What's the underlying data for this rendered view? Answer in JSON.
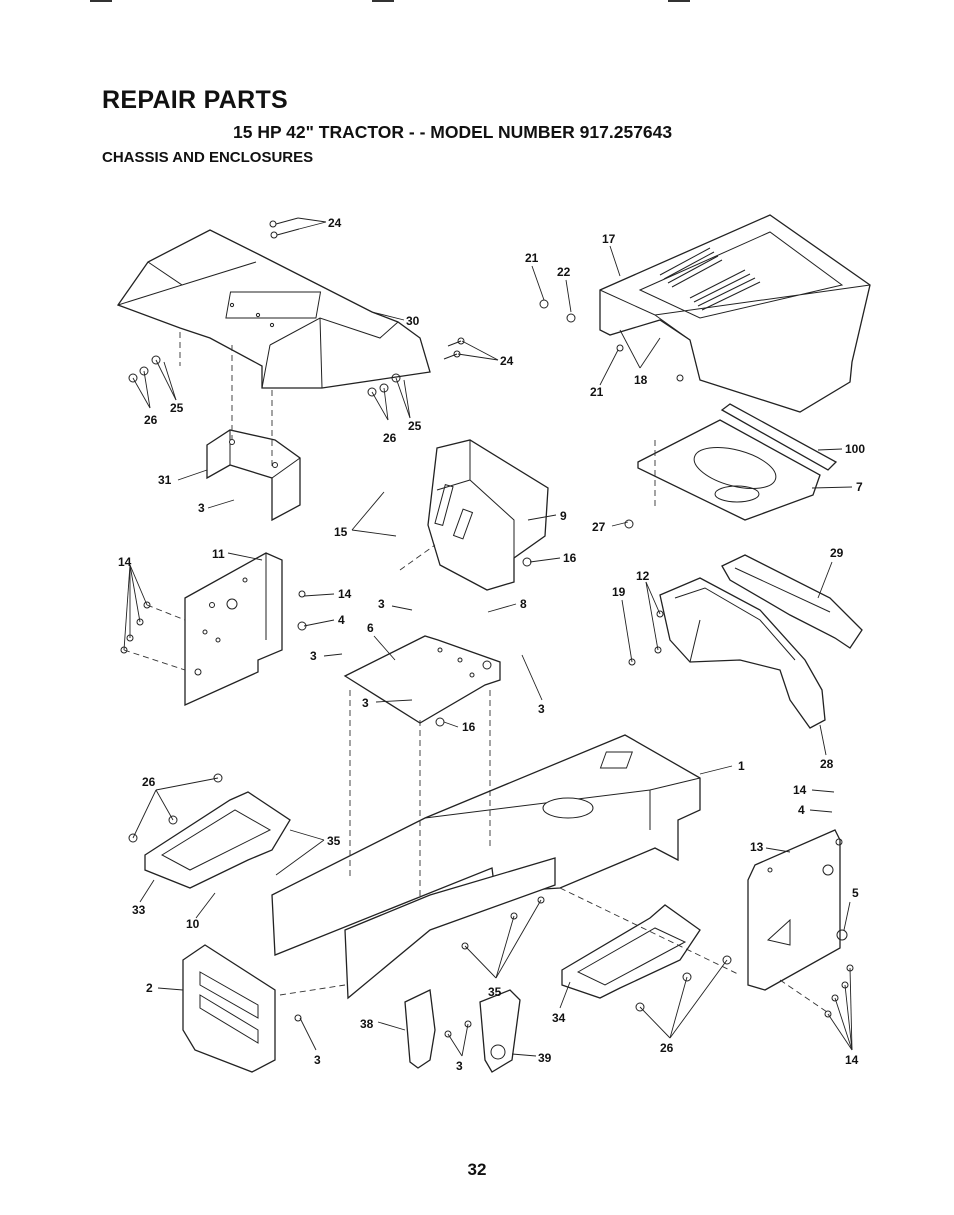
{
  "header": {
    "title": "REPAIR PARTS",
    "subtitle": "15 HP 42\" TRACTOR - - MODEL NUMBER 917.257643",
    "section": "CHASSIS AND ENCLOSURES"
  },
  "callouts": [
    {
      "id": "c24a",
      "text": "24"
    },
    {
      "id": "c30",
      "text": "30"
    },
    {
      "id": "c24b",
      "text": "24"
    },
    {
      "id": "c26a",
      "text": "26"
    },
    {
      "id": "c25a",
      "text": "25"
    },
    {
      "id": "c26b",
      "text": "26"
    },
    {
      "id": "c25b",
      "text": "25"
    },
    {
      "id": "c31",
      "text": "31"
    },
    {
      "id": "c3a",
      "text": "3"
    },
    {
      "id": "c15",
      "text": "15"
    },
    {
      "id": "c9",
      "text": "9"
    },
    {
      "id": "c16a",
      "text": "16"
    },
    {
      "id": "c14a",
      "text": "14"
    },
    {
      "id": "c11",
      "text": "11"
    },
    {
      "id": "c14b",
      "text": "14"
    },
    {
      "id": "c4a",
      "text": "4"
    },
    {
      "id": "c3b",
      "text": "3"
    },
    {
      "id": "c8",
      "text": "8"
    },
    {
      "id": "c6",
      "text": "6"
    },
    {
      "id": "c3c",
      "text": "3"
    },
    {
      "id": "c3d",
      "text": "3"
    },
    {
      "id": "c3e",
      "text": "3"
    },
    {
      "id": "c16b",
      "text": "16"
    },
    {
      "id": "c17",
      "text": "17"
    },
    {
      "id": "c21a",
      "text": "21"
    },
    {
      "id": "c22",
      "text": "22"
    },
    {
      "id": "c21b",
      "text": "21"
    },
    {
      "id": "c18",
      "text": "18"
    },
    {
      "id": "c100",
      "text": "100"
    },
    {
      "id": "c7",
      "text": "7"
    },
    {
      "id": "c27",
      "text": "27"
    },
    {
      "id": "c29",
      "text": "29"
    },
    {
      "id": "c12",
      "text": "12"
    },
    {
      "id": "c19",
      "text": "19"
    },
    {
      "id": "c28",
      "text": "28"
    },
    {
      "id": "c1",
      "text": "1"
    },
    {
      "id": "c26c",
      "text": "26"
    },
    {
      "id": "c35a",
      "text": "35"
    },
    {
      "id": "c33",
      "text": "33"
    },
    {
      "id": "c10",
      "text": "10"
    },
    {
      "id": "c14c",
      "text": "14"
    },
    {
      "id": "c4b",
      "text": "4"
    },
    {
      "id": "c13",
      "text": "13"
    },
    {
      "id": "c5",
      "text": "5"
    },
    {
      "id": "c2",
      "text": "2"
    },
    {
      "id": "c3f",
      "text": "3"
    },
    {
      "id": "c38",
      "text": "38"
    },
    {
      "id": "c3g",
      "text": "3"
    },
    {
      "id": "c35b",
      "text": "35"
    },
    {
      "id": "c39",
      "text": "39"
    },
    {
      "id": "c34",
      "text": "34"
    },
    {
      "id": "c26d",
      "text": "26"
    },
    {
      "id": "c14d",
      "text": "14"
    }
  ],
  "footer": {
    "page_number": "32"
  }
}
